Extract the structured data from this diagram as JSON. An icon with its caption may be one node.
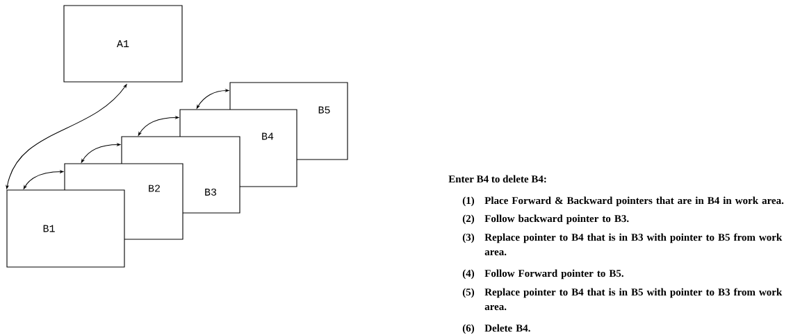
{
  "diagram": {
    "nodes": [
      {
        "text": [
          "A1"
        ]
      },
      {
        "text": [
          "B1"
        ]
      },
      {
        "text": [
          "B2"
        ]
      },
      {
        "text": [
          "B3"
        ]
      },
      {
        "text": [
          "B4"
        ]
      },
      {
        "text": [
          "B5"
        ]
      }
    ],
    "edges": [
      {
        "from": 0,
        "to": 1,
        "arrow": "both"
      },
      {
        "from": 1,
        "to": 2,
        "arrow": "both"
      },
      {
        "from": 2,
        "to": 3,
        "arrow": "both"
      },
      {
        "from": 3,
        "to": 4,
        "arrow": "both"
      },
      {
        "from": 4,
        "to": 5,
        "arrow": "both"
      }
    ],
    "labels": [
      "Enter B4 to delete B4:",
      "(1)",
      "Place Forward & Backward pointers that are in B4 in work area.",
      "(2)",
      "Follow backward pointer to B3.",
      "(3)",
      "Replace pointer to B4 that is in B3 with pointer to B5 from work area.",
      "(4)",
      "Follow Forward pointer to B5.",
      "(5)",
      "Replace pointer to B4 that is in B5 with pointer to B3 from work area.",
      "(6)",
      "Delete B4."
    ]
  }
}
